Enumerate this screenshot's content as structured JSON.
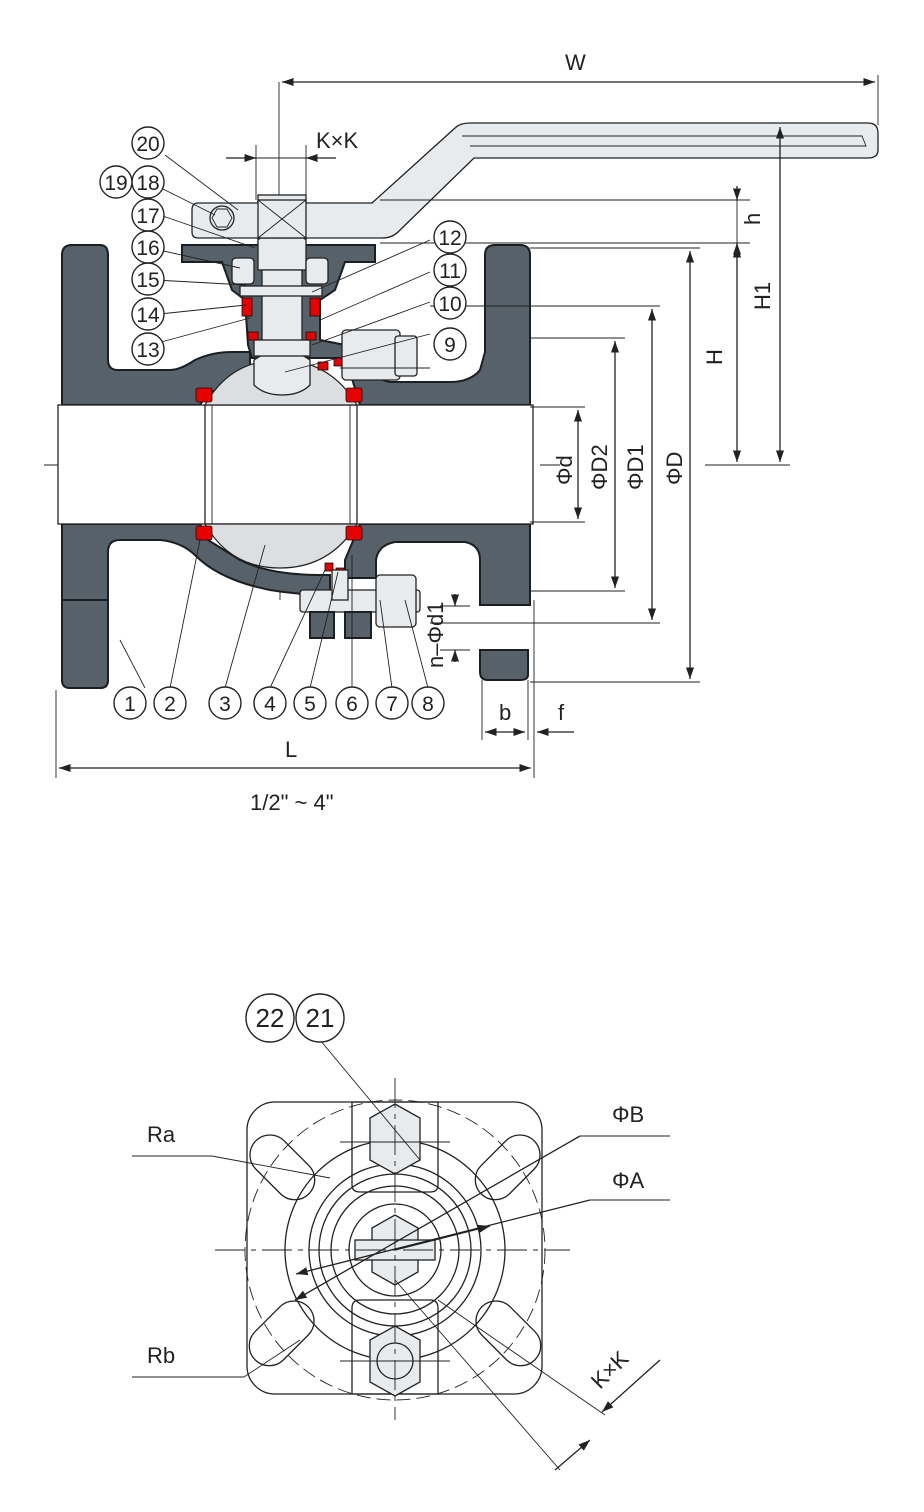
{
  "side_view": {
    "part_numbers": [
      "1",
      "2",
      "3",
      "4",
      "5",
      "6",
      "7",
      "8",
      "9",
      "10",
      "11",
      "12",
      "13",
      "14",
      "15",
      "16",
      "17",
      "18",
      "19",
      "20"
    ],
    "dimensions": {
      "W": "W",
      "KxK": "K×K",
      "h": "h",
      "H1": "H1",
      "H": "H",
      "d": "Φd",
      "D2": "ΦD2",
      "D1": "ΦD1",
      "D": "ΦD",
      "nd1": "n–Φd1",
      "b": "b",
      "f": "f",
      "L": "L"
    },
    "size_range": "1/2\" ~ 4\""
  },
  "top_view": {
    "part_numbers": [
      "22",
      "21"
    ],
    "labels": {
      "Ra": "Ra",
      "Rb": "Rb",
      "B": "ΦB",
      "A": "ΦA",
      "KxK": "K×K"
    }
  },
  "colors": {
    "body": "#56616a",
    "seal": "#e60000"
  }
}
